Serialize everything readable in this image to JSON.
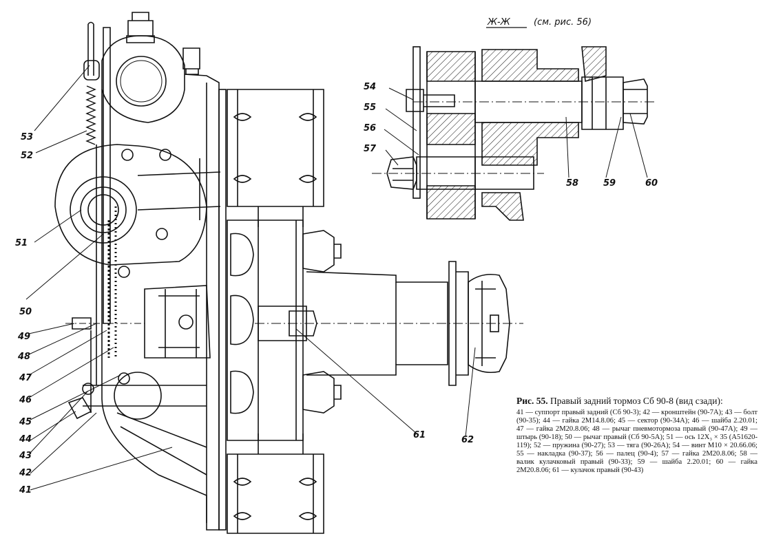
{
  "section_header": {
    "mark": "Ж-Ж",
    "ref": "(см. рис. 56)"
  },
  "callouts_main": [
    "53",
    "52",
    "51",
    "50",
    "49",
    "48",
    "47",
    "46",
    "45",
    "44",
    "43",
    "42",
    "41",
    "61",
    "62"
  ],
  "callouts_section": [
    "54",
    "55",
    "56",
    "57",
    "58",
    "59",
    "60"
  ],
  "caption": {
    "number": "Рис. 55.",
    "title": "Правый задний тормоз Сб 90-8 (вид сзади):",
    "legend": "41 — суппорт правый задний (Сб 90-3); 42 — кронштейн (90-7А); 43 — болт (90-35); 44 — гайка 2М14.8.06; 45 — сектор (90-34А); 46 — шайба 2.20.01; 47 — гайка 2М20.8.06; 48 — рычаг пневмотормоза правый (90-47А); 49 — штырь (90-18); 50 — рычаг правый (Сб 90-5А); 51 — ось 12Х₃ × 35 (А51620-119); 52 — пружина (90-27); 53 — тяга (90-26А); 54 — винт М10 × 20.66.06; 55 — накладка (90-37); 56 — палец (90-4); 57 — гайка 2М20.8.06; 58 — валик кулачковый правый (90-33); 59 — шайба 2.20.01; 60 — гайка 2М20.8.06; 61 — кулачок правый (90-43)"
  }
}
